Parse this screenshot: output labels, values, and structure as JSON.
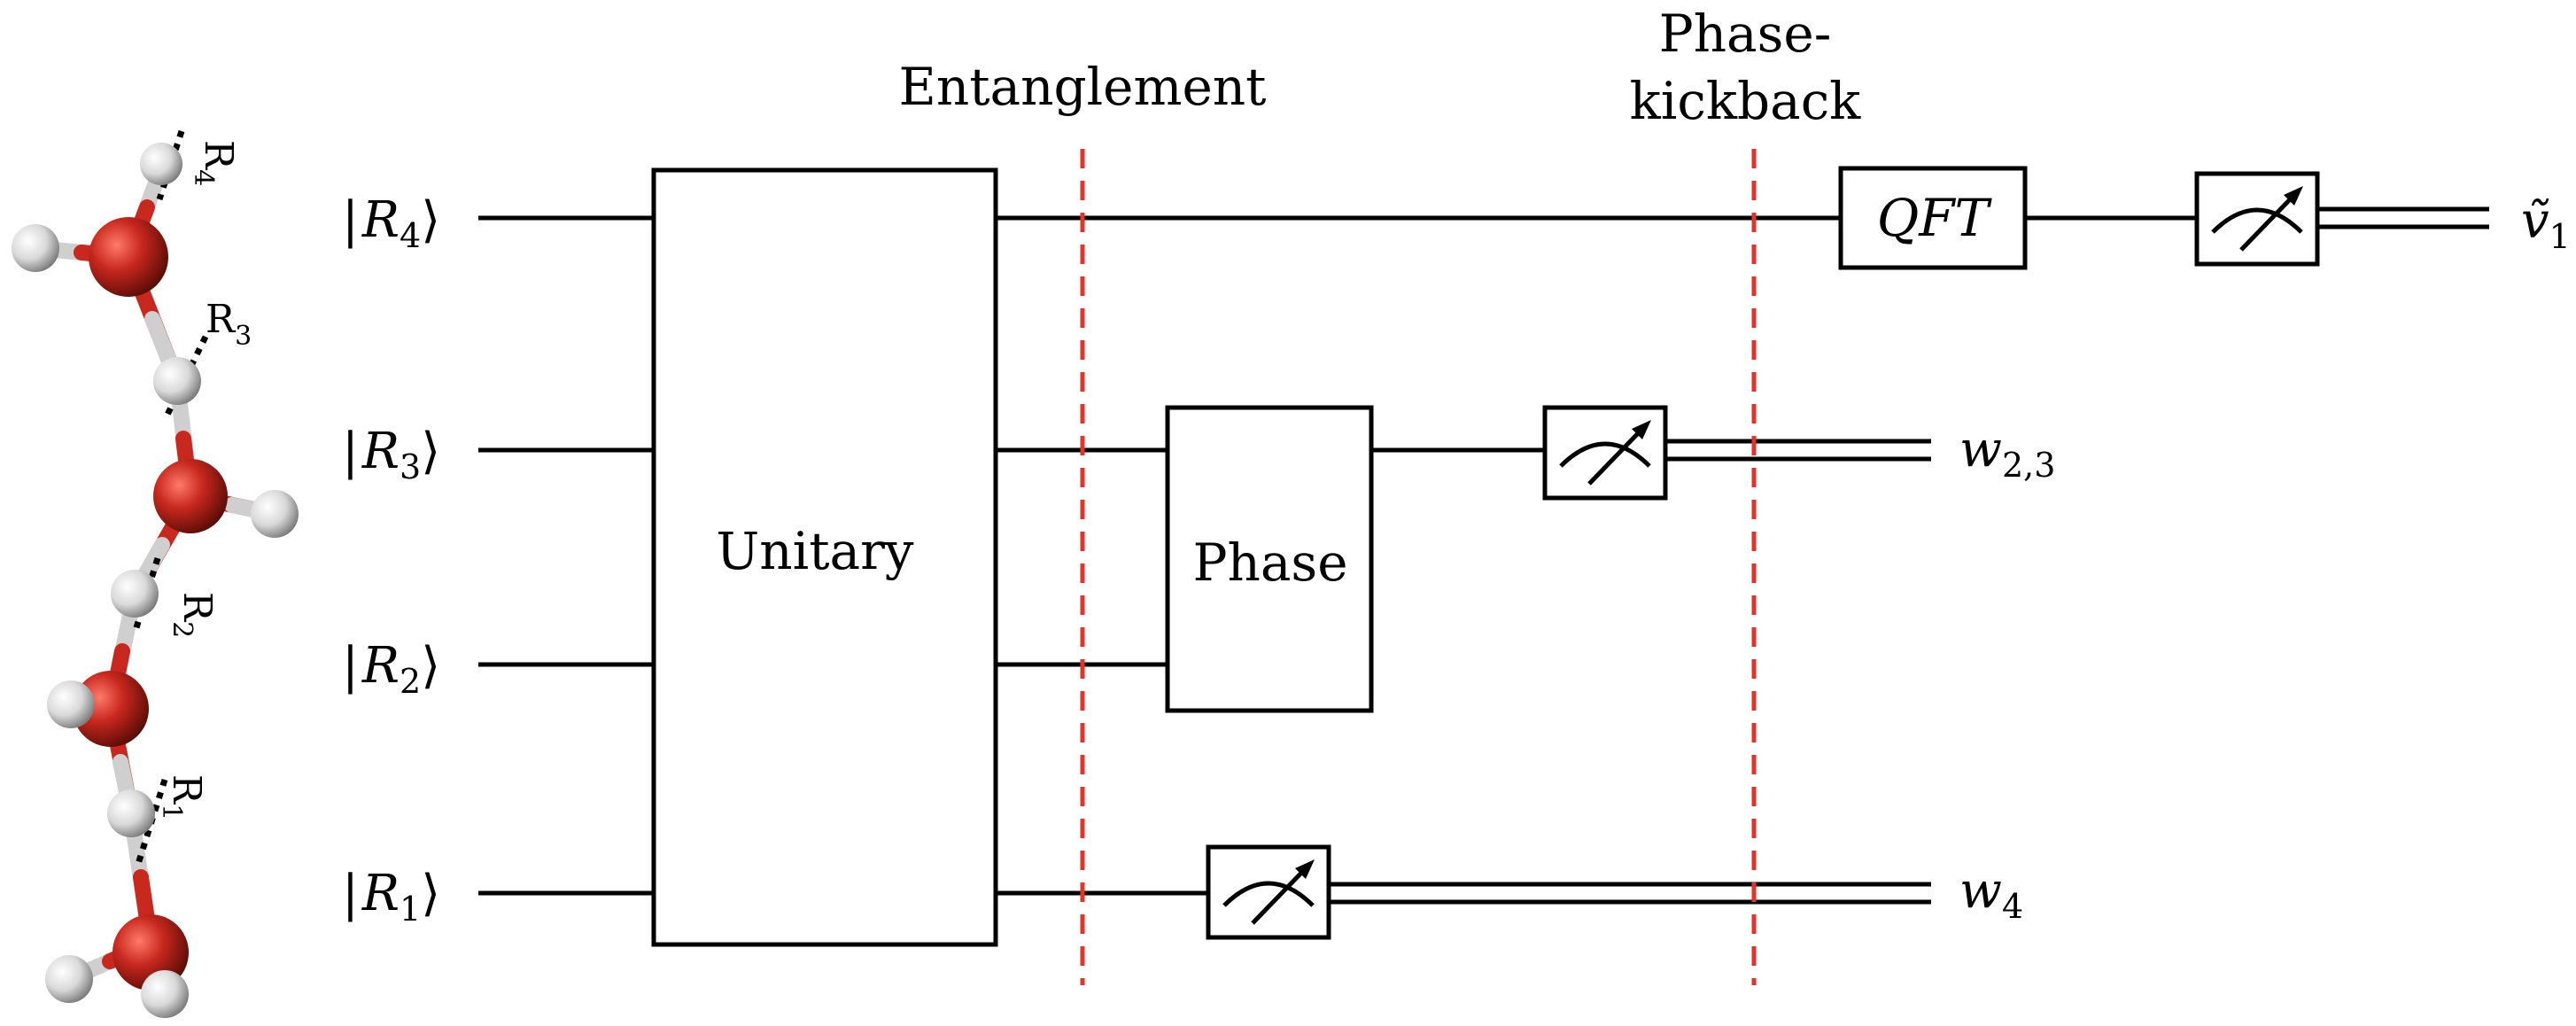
{
  "stage_labels": {
    "entanglement": "Entanglement",
    "phase_kickback_1": "Phase-",
    "phase_kickback_2": "kickback"
  },
  "inputs": {
    "r4": {
      "bar": "|",
      "sym": "R",
      "sub": "4",
      "ket": "⟩"
    },
    "r3": {
      "bar": "|",
      "sym": "R",
      "sub": "3",
      "ket": "⟩"
    },
    "r2": {
      "bar": "|",
      "sym": "R",
      "sub": "2",
      "ket": "⟩"
    },
    "r1": {
      "bar": "|",
      "sym": "R",
      "sub": "1",
      "ket": "⟩"
    }
  },
  "gates": {
    "unitary": "Unitary",
    "phase": "Phase",
    "qft": "QFT"
  },
  "outputs": {
    "v1": {
      "sym": "ṽ",
      "sub": "1"
    },
    "w23": {
      "sym": "w",
      "sub": "2,3"
    },
    "w4": {
      "sym": "w",
      "sub": "4"
    }
  },
  "molecule_labels": {
    "r4": {
      "sym": "R",
      "sub": "4"
    },
    "r3": {
      "sym": "R",
      "sub": "3"
    },
    "r2": {
      "sym": "R",
      "sub": "2"
    },
    "r1": {
      "sym": "R",
      "sub": "1"
    }
  },
  "colors": {
    "divider": "#e0352b",
    "oxygen": "#c8281e",
    "hydrogen": "#e6e6e6",
    "wire": "#000000"
  }
}
